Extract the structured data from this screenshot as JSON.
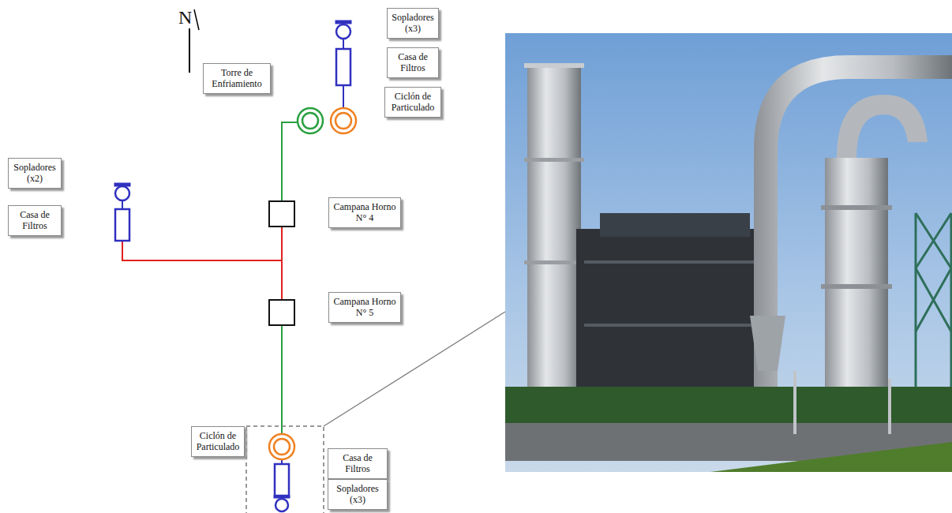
{
  "diagram": {
    "nodes": [
      {
        "text": [
          "Sopladores (x3)"
        ]
      },
      {
        "text": [
          "Torre de Enfriamiento"
        ]
      },
      {
        "text": [
          "Casa de Filtros"
        ]
      },
      {
        "text": [
          "Ciclón de Particulado"
        ]
      },
      {
        "text": [
          "Sopladores (x2)"
        ]
      },
      {
        "text": [
          "Casa de Filtros"
        ]
      },
      {
        "text": [
          "Campana Horno N° 4"
        ]
      },
      {
        "text": [
          "Campana Horno N° 5"
        ]
      },
      {
        "text": [
          "Ciclón de Particulado"
        ]
      },
      {
        "text": [
          "Casa de Filtros"
        ]
      },
      {
        "text": [
          "Sopladores (x3)"
        ]
      }
    ],
    "labels": [
      "N"
    ]
  }
}
